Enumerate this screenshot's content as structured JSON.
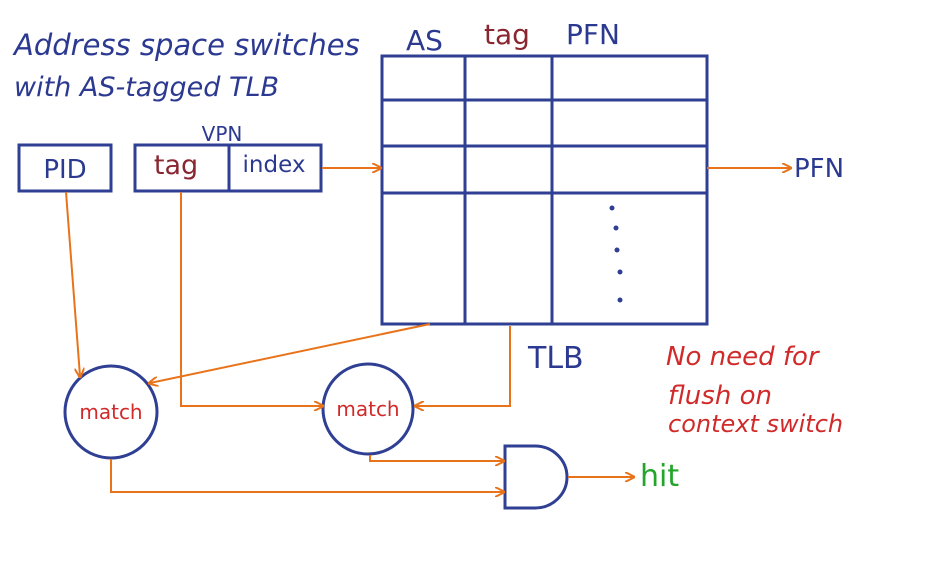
{
  "title": {
    "line1": "Address space switches",
    "line2": "with AS-tagged TLB"
  },
  "tlb": {
    "headers": [
      "AS",
      "tag",
      "PFN"
    ],
    "label": "TLB",
    "output_label": "PFN"
  },
  "vpn": {
    "label": "VPN",
    "tag_label": "tag",
    "index_label": "index"
  },
  "pid_label": "PID",
  "match_label": "match",
  "hit_label": "hit",
  "note": [
    "No need for",
    "flush on",
    "context switch"
  ],
  "colors": {
    "box_blue": "#2f3f93",
    "text_blue": "#2b3990",
    "arrow_orange": "#e8731a",
    "note_red": "#d12a2a",
    "tag_maroon": "#8a2630",
    "hit_green": "#22a52a"
  }
}
